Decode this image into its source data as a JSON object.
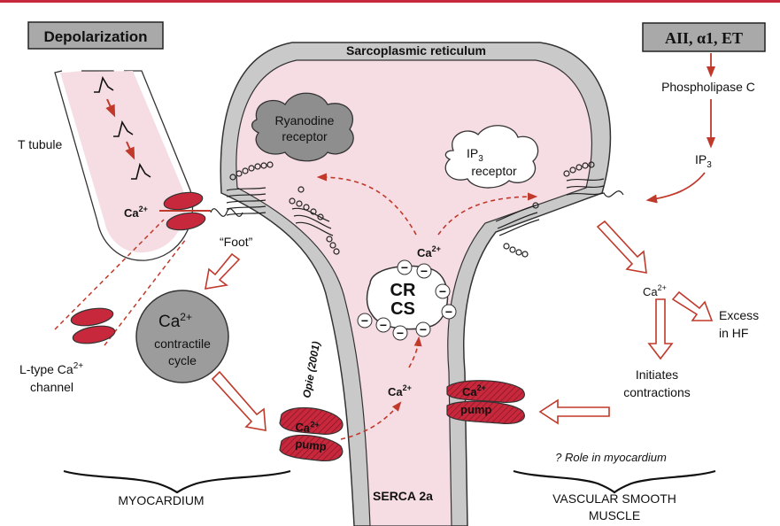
{
  "labels": {
    "depolarization": "Depolarization",
    "agonists": "AII, α1, ET",
    "sarcoplasmic_reticulum": "Sarcoplasmic reticulum",
    "ryanodine_line1": "Ryanodine",
    "ryanodine_line2": "receptor",
    "ip3_receptor_prefix": "IP",
    "ip3_receptor_sub": "3",
    "ip3_receptor_line2": "receptor",
    "phospholipase_c": "Phospholipase C",
    "ip3_prefix": "IP",
    "ip3_sub": "3",
    "t_tubule": "T tubule",
    "ca_left": "Ca",
    "ca_left_sup": "2+",
    "foot": "“Foot”",
    "ca_center": "Ca",
    "ca_center_sup": "2+",
    "cr": "CR",
    "cs": "CS",
    "ca_right": "Ca",
    "ca_right_sup": "2+",
    "excess_line1": "Excess",
    "excess_line2": "in HF",
    "cycle_ca": "Ca",
    "cycle_ca_sup": "2+",
    "cycle_line2": "contractile",
    "cycle_line3": "cycle",
    "ltype_line1_prefix": "L-type Ca",
    "ltype_line1_sup": "2+",
    "ltype_line2": "channel",
    "opie": "Opie (2001)",
    "ca_lower": "Ca",
    "ca_lower_sup": "2+",
    "pump_left_ca": "Ca",
    "pump_left_sup": "2+",
    "pump_left_word": "pump",
    "pump_right_ca": "Ca",
    "pump_right_sup": "2+",
    "pump_right_word": "pump",
    "initiates_line1": "Initiates",
    "initiates_line2": "contractions",
    "role_myocardium": "? Role in myocardium",
    "serca": "SERCA 2a",
    "myocardium": "MYOCARDIUM",
    "vascular_line1": "VASCULAR SMOOTH",
    "vascular_line2": "MUSCLE",
    "minus": "−"
  },
  "colors": {
    "accent_red": "#c8283c",
    "arrow_red": "#c0392b",
    "pink_fill": "#f6dde4",
    "membrane_gray": "#c9c9c9",
    "gray_box": "#a9a9a9",
    "cycle_gray": "#9c9c9c"
  }
}
